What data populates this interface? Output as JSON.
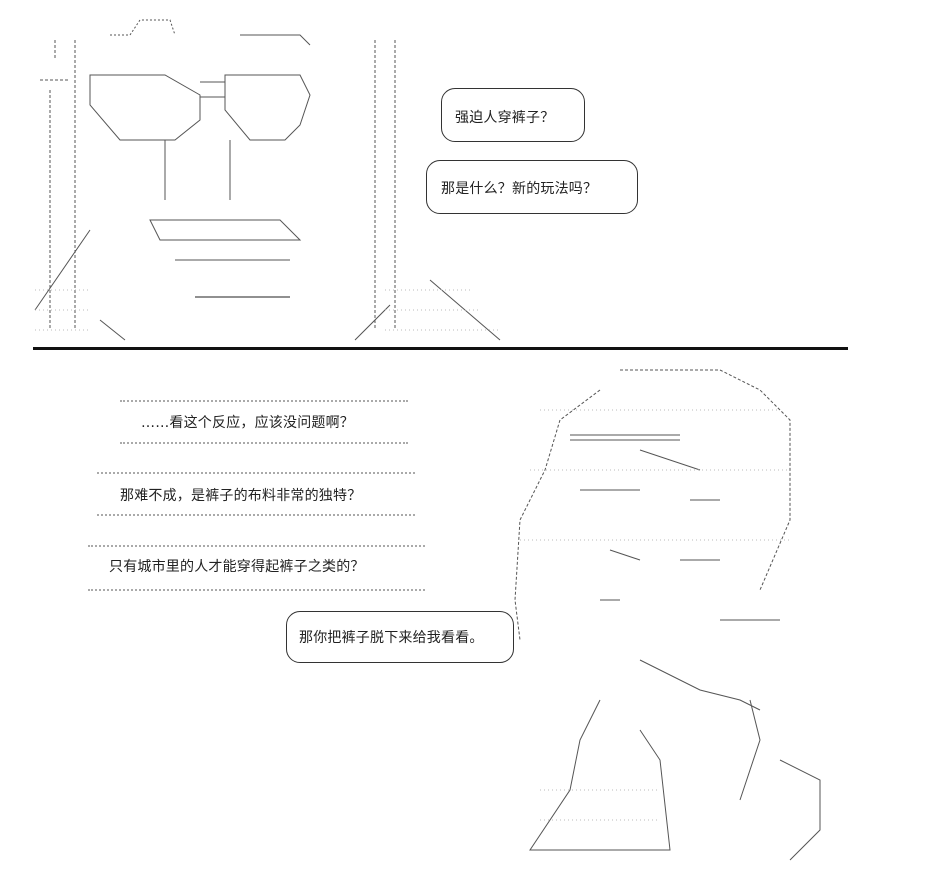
{
  "top_panel": {
    "bubbles": [
      {
        "text": "强迫人穿裤子？"
      },
      {
        "text": "那是什么？新的玩法吗？"
      }
    ]
  },
  "bottom_panel": {
    "thoughts": [
      {
        "text": "……看这个反应，应该没问题啊？"
      },
      {
        "text": "那难不成，是裤子的布料非常的独特？"
      },
      {
        "text": "只有城市里的人才能穿得起裤子之类的？"
      }
    ],
    "speech": {
      "text": "那你把裤子脱下来给我看看。"
    }
  }
}
